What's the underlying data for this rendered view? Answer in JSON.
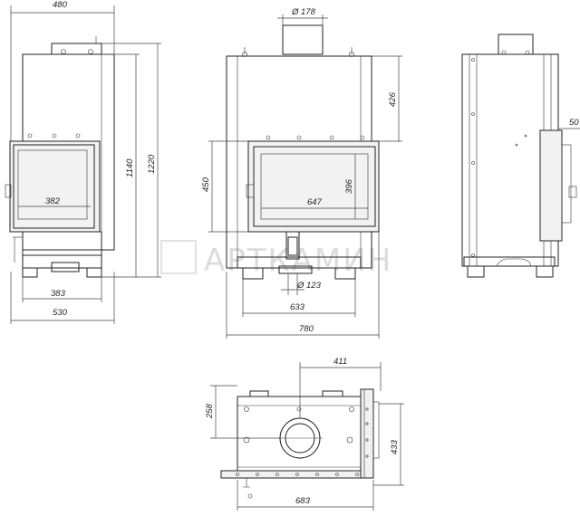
{
  "watermark": "АРТКАМИН",
  "dimensions": {
    "side_top_width": "480",
    "side_height_inner": "1140",
    "side_height_total": "1220",
    "side_opening": "382",
    "side_base": "383",
    "side_total": "530",
    "front_flue": "Ø 178",
    "front_top": "426",
    "front_door_height": "450",
    "front_glass_height": "396",
    "front_glass_width": "647",
    "front_air": "Ø 123",
    "front_base": "633",
    "front_total": "780",
    "right_offset": "50",
    "plan_flue_offset": "411",
    "plan_depth_front": "258",
    "plan_depth": "433",
    "plan_width": "683"
  }
}
